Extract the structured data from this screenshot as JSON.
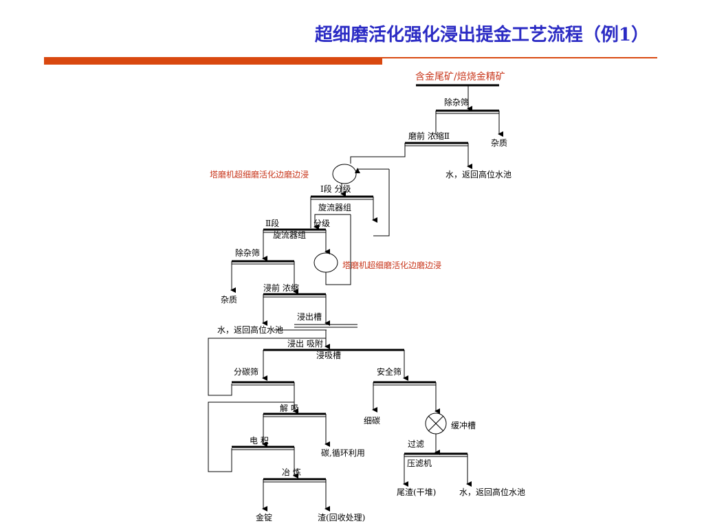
{
  "title": "超细磨活化强化浸出提金工艺流程（例1）",
  "labels": {
    "feed": "含金尾矿/焙烧金精矿",
    "screen1": "除杂筛",
    "pre_grind_thicken": "磨前   浓缩Ⅱ",
    "impurity1": "杂质",
    "water1": "水，返回高位水池",
    "tower_mill1": "塔磨机超细磨活化边磨边浸",
    "stage1_classify": "Ⅰ段  分级",
    "cyclone1": "旋流器组",
    "stage2": "Ⅱ段",
    "stage2_classify": "分级",
    "cyclone2": "旋流器组",
    "screen2": "除杂筛",
    "tower_mill2": "塔磨机超细磨活化边磨边浸",
    "pre_leach_thicken": "浸前   浓缩",
    "impurity2": "杂质",
    "leach_tank": "浸出槽",
    "water2": "水，返回高位水池",
    "leach_adsorb": "浸出      吸附",
    "leach_adsorb_tank": "浸吸槽",
    "carbon_screen": "分碳筛",
    "safety_screen": "安全筛",
    "desorb": "解  吸",
    "fine_carbon": "细碳",
    "buffer_tank": "缓冲槽",
    "filter": "过滤",
    "electrowin": "电  积",
    "carbon_recycle": "碳,循环利用",
    "filter_press": "压滤机",
    "smelt": "冶  炼",
    "tailings": "尾渣(干堆)",
    "water3": "水，返回高位水池",
    "gold_ingot": "金锭",
    "slag": "渣(回收处理)"
  }
}
